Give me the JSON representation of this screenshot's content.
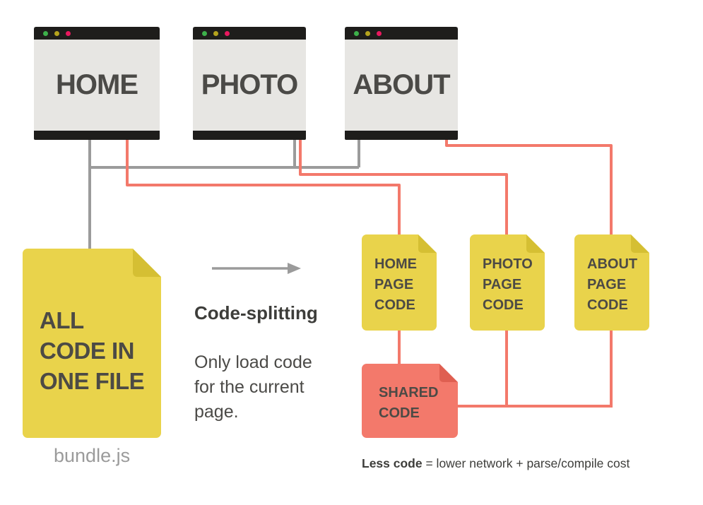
{
  "diagram": {
    "windows": [
      {
        "label": "HOME"
      },
      {
        "label": "PHOTO"
      },
      {
        "label": "ABOUT"
      }
    ],
    "bundle_file": {
      "lines": [
        "ALL",
        "CODE IN",
        "ONE FILE"
      ],
      "caption": "bundle.js"
    },
    "split_files": [
      {
        "lines": [
          "HOME",
          "PAGE",
          "CODE"
        ]
      },
      {
        "lines": [
          "PHOTO",
          "PAGE",
          "CODE"
        ]
      },
      {
        "lines": [
          "ABOUT",
          "PAGE",
          "CODE"
        ]
      }
    ],
    "shared_file": {
      "lines": [
        "SHARED",
        "CODE"
      ]
    },
    "annotation": {
      "title": "Code-splitting",
      "body": "Only load code for the current page."
    },
    "footnote": {
      "bold": "Less code",
      "rest": " = lower network + parse/compile cost"
    },
    "colors": {
      "file_yellow": "#e9d34b",
      "file_fold_yellow": "#d5bf33",
      "file_salmon": "#f3796b",
      "file_fold_salmon": "#df5f51",
      "red_line": "#f3796b",
      "gray_line": "#9b9b9b",
      "window_bar": "#1e1d1b",
      "window_body": "#e7e6e3",
      "dot_green": "#3db04a",
      "dot_yellow": "#b5a31d",
      "dot_pink": "#e9185e",
      "text_dark": "#4b4a47",
      "caption_gray": "#9b9b9b"
    }
  }
}
